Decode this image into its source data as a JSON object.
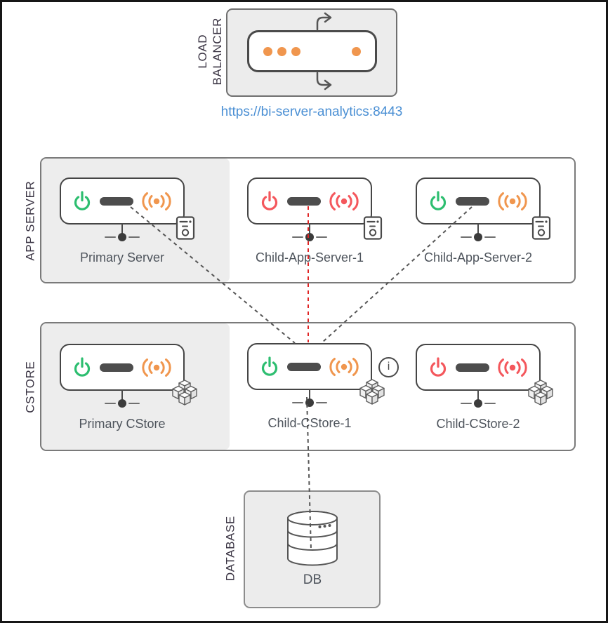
{
  "sections": {
    "load_balancer": {
      "label": "LOAD\nBALANCER",
      "url": "https://bi-server-analytics:8443"
    },
    "app_server": {
      "label": "APP SERVER"
    },
    "cstore": {
      "label": "CSTORE"
    },
    "database": {
      "label": "DATABASE",
      "db_label": "DB"
    }
  },
  "nodes": {
    "primary_server": {
      "label": "Primary Server",
      "power_color": "green",
      "signal_color": "orange"
    },
    "child_app_server_1": {
      "label": "Child-App-Server-1",
      "power_color": "red",
      "signal_color": "red"
    },
    "child_app_server_2": {
      "label": "Child-App-Server-2",
      "power_color": "green",
      "signal_color": "orange"
    },
    "primary_cstore": {
      "label": "Primary CStore",
      "power_color": "green",
      "signal_color": "orange"
    },
    "child_cstore_1": {
      "label": "Child-CStore-1",
      "power_color": "green",
      "signal_color": "orange",
      "info_glyph": "i"
    },
    "child_cstore_2": {
      "label": "Child-CStore-2",
      "power_color": "red",
      "signal_color": "red"
    }
  },
  "links": {
    "primary_server_to_child_cstore_1": {
      "status": "link-gray"
    },
    "child_app_server_1_to_child_cstore_1": {
      "status": "link-red"
    },
    "child_app_server_2_to_child_cstore_1": {
      "status": "link-gray"
    },
    "child_cstore_1_to_db": {
      "status": "link-gray"
    }
  },
  "colors": {
    "status_ok_green": "#2dbe70",
    "status_warn_orange": "#f0964e",
    "status_error_red": "#f4575c",
    "error_link_red": "#e02424",
    "link_gray": "#555555",
    "url_blue": "#4a8fd4",
    "shade_gray": "#ededed"
  }
}
